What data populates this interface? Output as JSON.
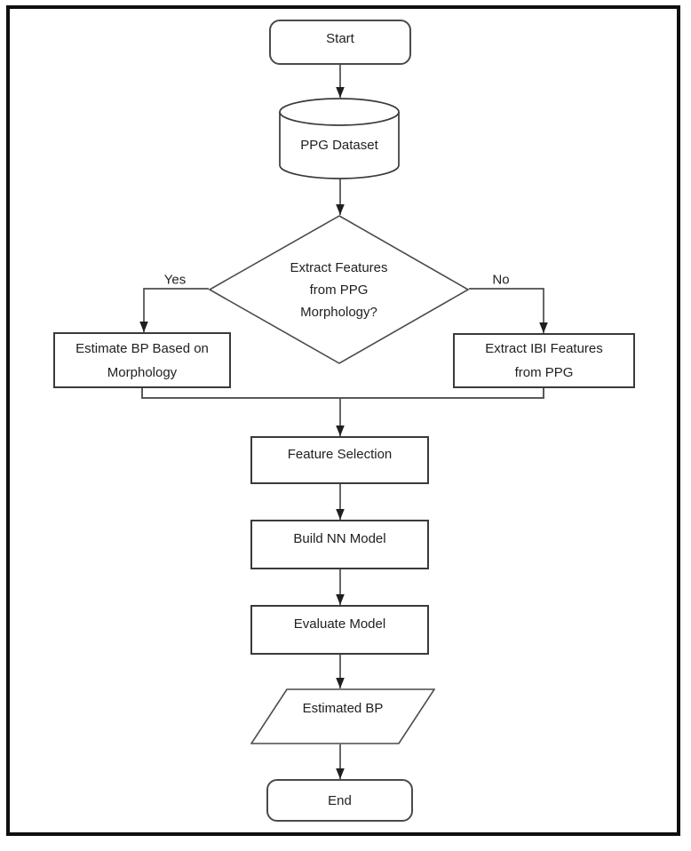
{
  "nodes": {
    "start": {
      "label": "Start"
    },
    "dataset": {
      "label": "PPG Dataset"
    },
    "decision": {
      "lines": [
        "Extract Features",
        "from PPG",
        "Morphology?"
      ]
    },
    "estimate_bp": {
      "lines": [
        "Estimate BP Based on",
        "Morphology"
      ]
    },
    "extract_ibi": {
      "lines": [
        "Extract IBI Features",
        "from PPG"
      ]
    },
    "feature_selection": {
      "label": "Feature Selection"
    },
    "build_nn": {
      "label": "Build NN Model"
    },
    "evaluate_model": {
      "label": "Evaluate Model"
    },
    "estimated_bp": {
      "label": "Estimated BP"
    },
    "end": {
      "label": "End"
    }
  },
  "edges": {
    "yes_label": "Yes",
    "no_label": "No"
  },
  "colors": {
    "shape_stroke": "#3a3a3a",
    "connector_stroke": "#4d4d4d",
    "arrowhead": "#1f1f1f",
    "frame": "#0f0f0f",
    "text": "#212121",
    "background": "#ffffff"
  }
}
